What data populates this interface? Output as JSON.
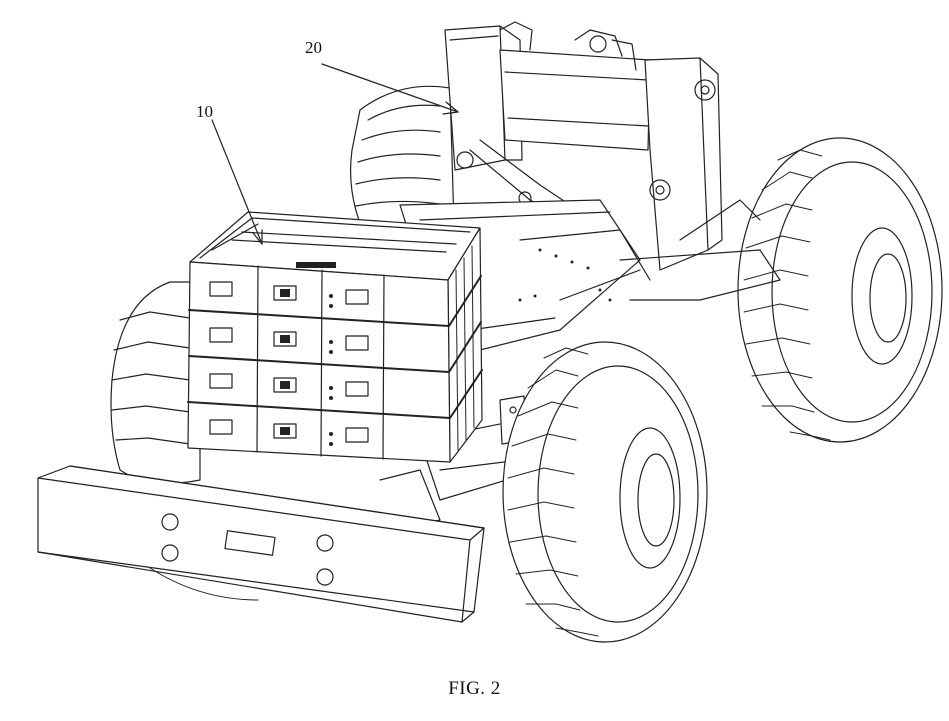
{
  "figure": {
    "caption": "FIG. 2",
    "reference_labels": {
      "battery_pack": "10",
      "frame": "20"
    }
  }
}
